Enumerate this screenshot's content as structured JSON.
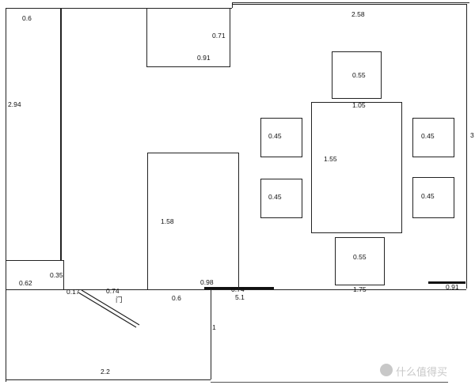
{
  "labels": {
    "left_strip_top": "0.6",
    "left_strip_height": "2.94",
    "small_box_height": "0.35",
    "small_box_width": "0.62",
    "door_gap_a": "0.17",
    "door_gap_b": "0.74",
    "door_char": "门",
    "below_wall_a": "0.6",
    "cabinet_width": "0.71",
    "cabinet_depth": "0.91",
    "top_wall": "2.58",
    "bed_length": "1.58",
    "bed_bottom": "0.98",
    "wall_074": "0.74",
    "wall_total": "5.1",
    "stool_top": "0.55",
    "table_width": "1.05",
    "table_length": "1.55",
    "stool_left_a": "0.45",
    "stool_left_b": "0.45",
    "stool_right_a": "0.45",
    "stool_right_b": "0.45",
    "stool_bottom": "0.55",
    "bottom_wall_right": "1.75",
    "corner_right": "0.91",
    "right_edge_mark": "3",
    "lower_room_height": "1",
    "lower_room_width": "2.2"
  },
  "watermark": {
    "icon": "zhi-icon",
    "text": "什么值得买"
  },
  "colors": {
    "line": "#222222",
    "watermark": "#c8c8c8"
  }
}
